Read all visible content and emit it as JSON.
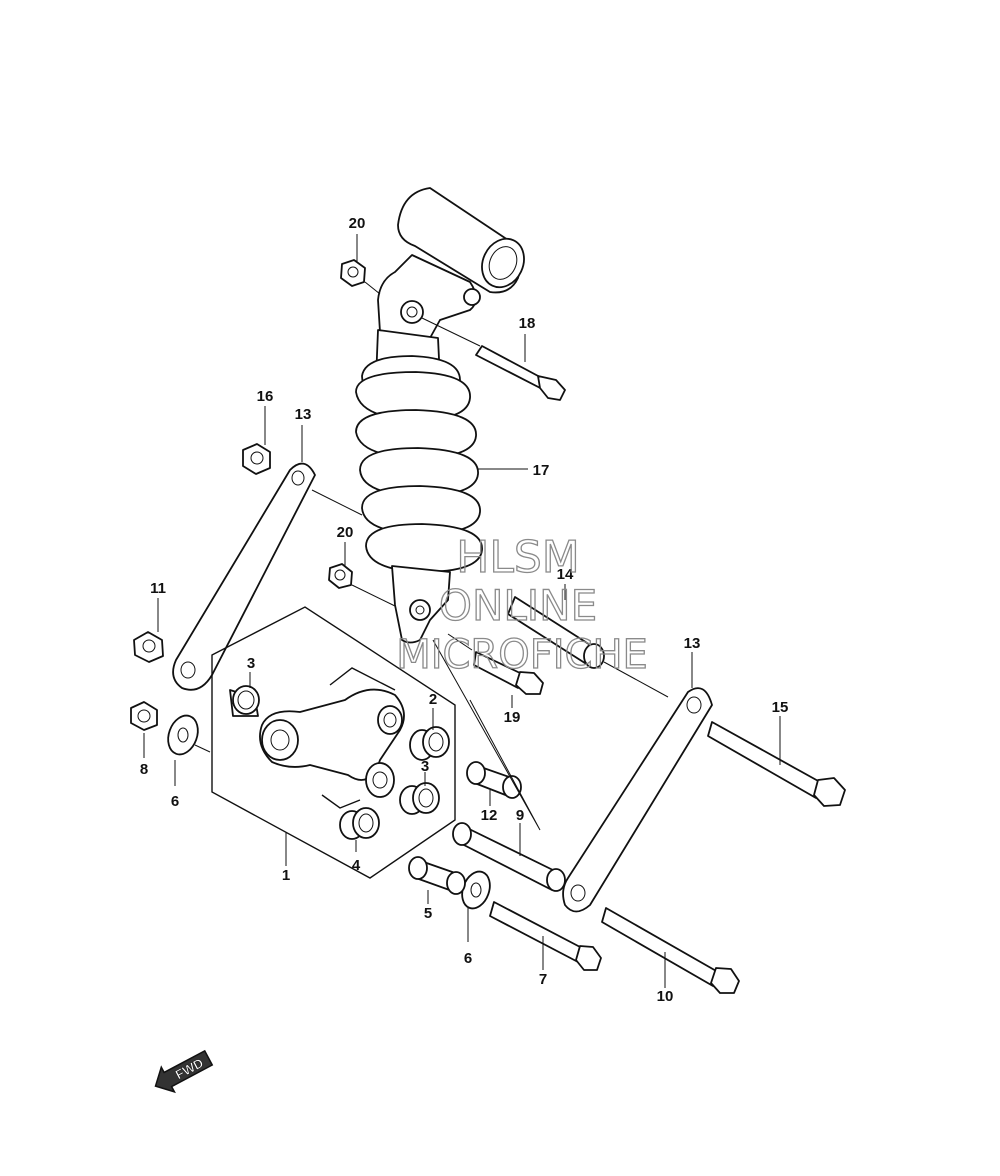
{
  "callouts": {
    "c1": "1",
    "c2": "2",
    "c3a": "3",
    "c3b": "3",
    "c4": "4",
    "c5": "5",
    "c6a": "6",
    "c6b": "6",
    "c7": "7",
    "c8": "8",
    "c9": "9",
    "c10": "10",
    "c11": "11",
    "c12": "12",
    "c13a": "13",
    "c13b": "13",
    "c14": "14",
    "c15": "15",
    "c16": "16",
    "c17": "17",
    "c18": "18",
    "c19": "19",
    "c20a": "20",
    "c20b": "20"
  },
  "watermark": {
    "line1": "HLSM",
    "line2": "ONLINE",
    "line3": "MICROFICHE"
  },
  "fwd_label": "FWD",
  "icons": [
    "fwd-arrow-icon"
  ]
}
